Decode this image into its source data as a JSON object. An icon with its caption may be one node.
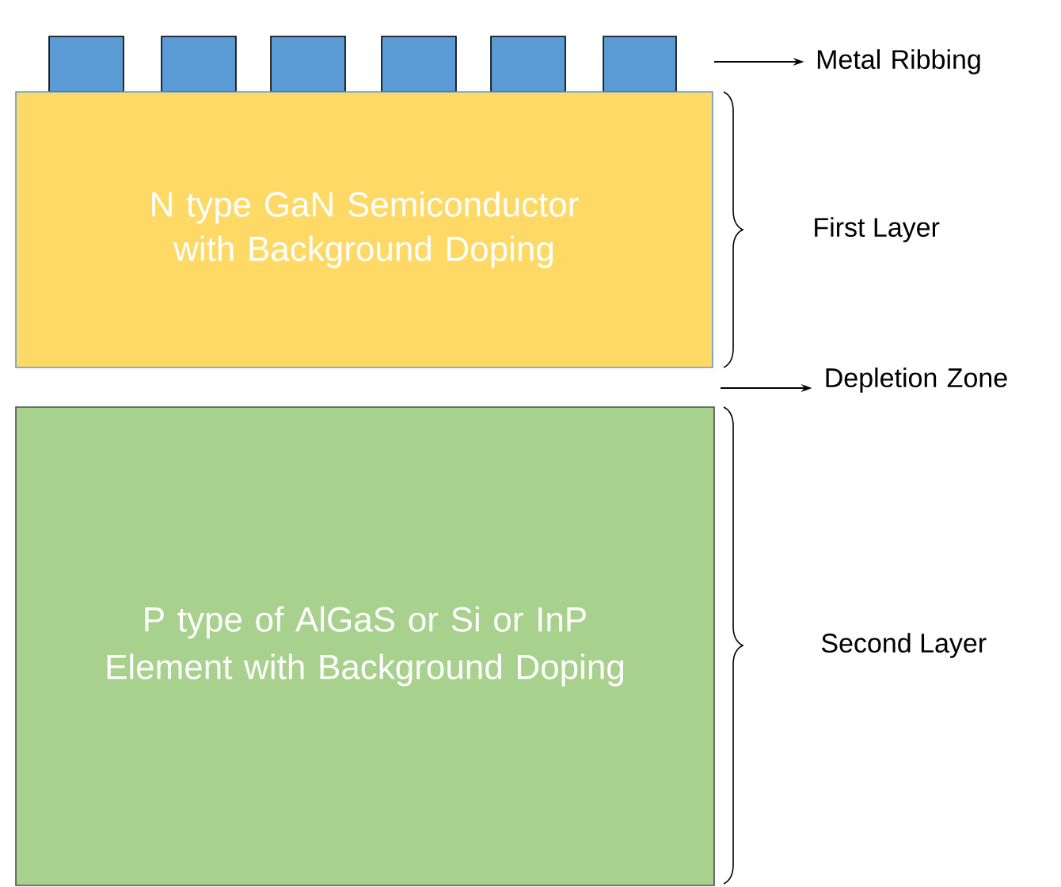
{
  "diagram": {
    "nodes": [
      {
        "text": [],
        "shape": "box"
      },
      {
        "text": [],
        "shape": "box"
      },
      {
        "text": [],
        "shape": "box"
      },
      {
        "text": [],
        "shape": "box"
      },
      {
        "text": [],
        "shape": "box"
      },
      {
        "text": [],
        "shape": "box"
      },
      {
        "text": [
          "Metal Ribbing"
        ]
      },
      {
        "text": [
          "N type GaN Semiconductor with Background Doping"
        ]
      },
      {
        "text": [
          "Depletion Zone"
        ]
      },
      {
        "text": [
          "P type of AlGaS or Si or InP Element with Background Doping"
        ]
      }
    ],
    "edges": [
      {
        "from": null,
        "to": 6,
        "arrow": "to"
      },
      {
        "from": null,
        "to": 8,
        "arrow": "to"
      }
    ],
    "labels": [
      "First Layer",
      "Second Layer"
    ]
  }
}
